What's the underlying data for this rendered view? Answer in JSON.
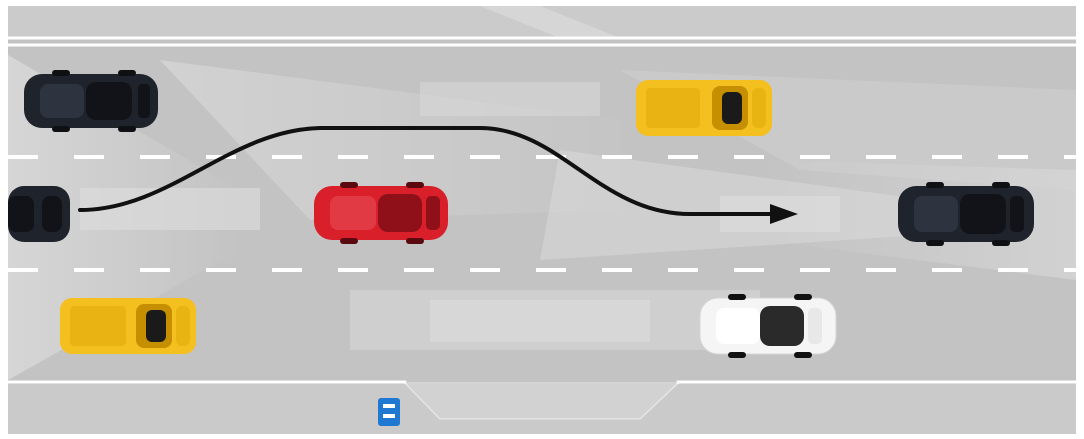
{
  "scene": {
    "type": "top-down road traffic illustration",
    "palette": {
      "road": "#bdbdbd",
      "lane_marking": "#ffffff",
      "shoulder": "#c9c9c9",
      "highlight": "#dcdcdc",
      "path_arrow": "#111111",
      "bus_stop_sign": "#1f78d1"
    },
    "vehicles": [
      {
        "name": "black-car-top-left",
        "color": "#1f232b",
        "roof": "#111318",
        "heading": "right"
      },
      {
        "name": "black-car-middle-left",
        "color": "#1f232b",
        "roof": "#111318",
        "heading": "right"
      },
      {
        "name": "red-car-middle",
        "color": "#d81f2a",
        "roof": "#8f1019",
        "heading": "right"
      },
      {
        "name": "yellow-pickup-top-right",
        "color": "#f4c01f",
        "roof": "#c58f00",
        "heading": "right"
      },
      {
        "name": "black-car-middle-right",
        "color": "#1f232b",
        "roof": "#111318",
        "heading": "right"
      },
      {
        "name": "yellow-pickup-bottom-left",
        "color": "#f4c01f",
        "roof": "#c58f00",
        "heading": "right"
      },
      {
        "name": "white-car-bottom-right",
        "color": "#f5f5f5",
        "roof": "#2a2a2a",
        "heading": "right"
      }
    ],
    "maneuver": {
      "description": "overtaking path",
      "arrowhead": true
    },
    "icons": {
      "bus_stop": "bus-stop-icon"
    }
  }
}
